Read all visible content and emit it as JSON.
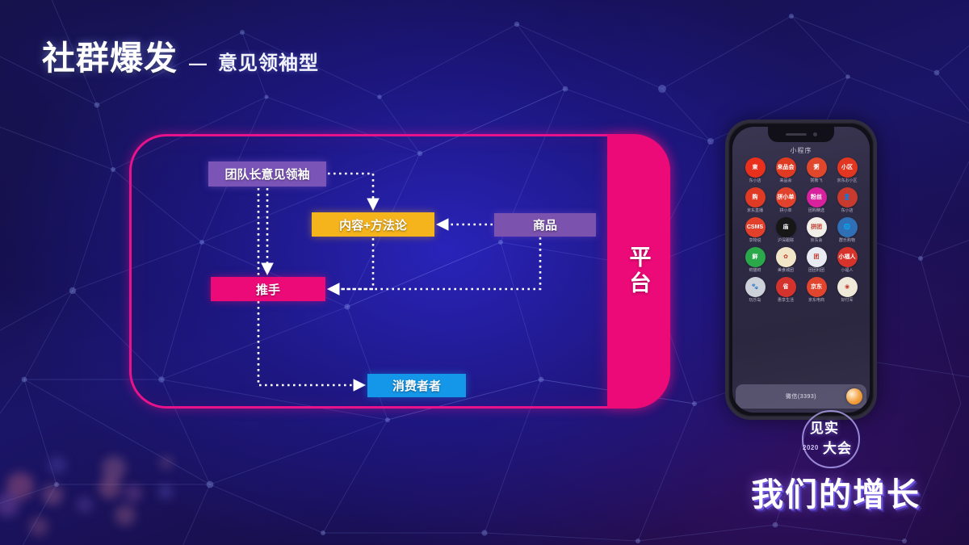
{
  "slide": {
    "title_main": "社群爆发",
    "title_dash": "—",
    "title_sub": "意见领袖型"
  },
  "colors": {
    "accent_pink": "#ec0a78",
    "frame_pink": "#e8138b",
    "purple": "#7b52ad",
    "amber": "#f5b31c",
    "blue": "#1497e8",
    "background_deep_blue": "#1b1568"
  },
  "diagram": {
    "platform_label": "平台",
    "nodes": [
      {
        "id": "kol",
        "label": "团队长意见领袖",
        "color": "#7b54b8"
      },
      {
        "id": "content",
        "label": "内容+方法论",
        "color": "#f5b31c"
      },
      {
        "id": "goods",
        "label": "商品",
        "color": "#7b52ad"
      },
      {
        "id": "pusher",
        "label": "推手",
        "color": "#ec0a78"
      },
      {
        "id": "consumer",
        "label": "消费者者",
        "color": "#1497e8"
      }
    ],
    "edges": [
      {
        "from": "kol",
        "to": "content",
        "style": "dotted",
        "arrow": "down"
      },
      {
        "from": "kol",
        "to": "pusher",
        "style": "dotted",
        "arrow": "down"
      },
      {
        "from": "kol",
        "to": "consumer",
        "style": "dotted",
        "arrow": "right"
      },
      {
        "from": "goods",
        "to": "content",
        "style": "dotted",
        "arrow": "left"
      },
      {
        "from": "goods",
        "to": "pusher",
        "style": "dotted",
        "arrow": "left"
      },
      {
        "from": "content",
        "to": "pusher",
        "style": "dotted",
        "arrow": "left"
      }
    ]
  },
  "phone": {
    "screen_title": "小程序",
    "bottom_bar_label": "微信(3393)",
    "apps": [
      {
        "glyph": "東",
        "label": "东小店",
        "bg": "#e8301c"
      },
      {
        "glyph": "来品会",
        "label": "来品会",
        "bg": "#e03a22"
      },
      {
        "glyph": "粥",
        "label": "粥熊飞",
        "bg": "#e1472a"
      },
      {
        "glyph": "小区",
        "label": "京东お小区",
        "bg": "#e23620"
      },
      {
        "glyph": "购",
        "label": "京东直播",
        "bg": "#df3b24"
      },
      {
        "glyph": "拼小单",
        "label": "拼小单",
        "bg": "#e2422c"
      },
      {
        "glyph": "粉丝",
        "label": "团购精选",
        "bg": "#d8219c"
      },
      {
        "glyph": "👤",
        "label": "东小店",
        "bg": "#c83a2e"
      },
      {
        "glyph": "CSMS",
        "label": "享物说",
        "bg": "#e2402b"
      },
      {
        "glyph": "庙",
        "label": "沪深跟踪",
        "bg": "#171717"
      },
      {
        "glyph": "拼团",
        "label": "京东会",
        "bg": "#f2efe8"
      },
      {
        "glyph": "🌐",
        "label": "群乐购物",
        "bg": "#2f6fb5"
      },
      {
        "glyph": "鲜",
        "label": "鲜猫鲜",
        "bg": "#2aa84a"
      },
      {
        "glyph": "✿",
        "label": "美食城团",
        "bg": "#f2e6c8"
      },
      {
        "glyph": "团",
        "label": "团团利团",
        "bg": "#e8ecf2"
      },
      {
        "glyph": "小福人",
        "label": "小福人",
        "bg": "#d8332a"
      },
      {
        "glyph": "🐾",
        "label": "玩乐岛",
        "bg": "#cdd2da"
      },
      {
        "glyph": "省",
        "label": "惠享生活",
        "bg": "#d4322c"
      },
      {
        "glyph": "京东",
        "label": "京东电商",
        "bg": "#e2452d"
      },
      {
        "glyph": "◉",
        "label": "好付军",
        "bg": "#efe9da"
      }
    ]
  },
  "event_logo": {
    "name_top": "见实",
    "name_bottom": "大会",
    "year": "2020",
    "slogan": "我们的增长"
  }
}
